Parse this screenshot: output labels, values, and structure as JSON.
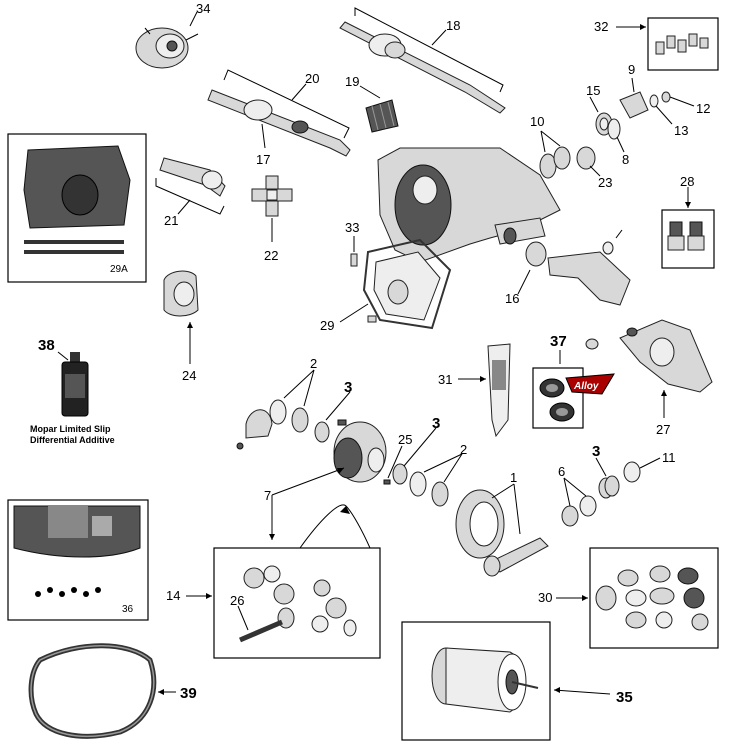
{
  "callouts": {
    "c1": "1",
    "c2a": "2",
    "c2b": "2",
    "c3a": "3",
    "c3b": "3",
    "c3c": "3",
    "c6": "6",
    "c7": "7",
    "c8": "8",
    "c9": "9",
    "c10": "10",
    "c11": "11",
    "c12": "12",
    "c13": "13",
    "c14": "14",
    "c15": "15",
    "c16": "16",
    "c17": "17",
    "c18": "18",
    "c19": "19",
    "c20": "20",
    "c21": "21",
    "c22": "22",
    "c23": "23",
    "c24": "24",
    "c25": "25",
    "c26": "26",
    "c27": "27",
    "c28": "28",
    "c29": "29",
    "c29a": "29A",
    "c30": "30",
    "c31": "31",
    "c32": "32",
    "c33": "33",
    "c34": "34",
    "c35": "35",
    "c36": "36",
    "c37": "37",
    "c38": "38",
    "c39": "39"
  },
  "additive_caption": {
    "line1": "Mopar Limited Slip",
    "line2": "Differential Additive"
  },
  "brand_badge": "Alloy"
}
